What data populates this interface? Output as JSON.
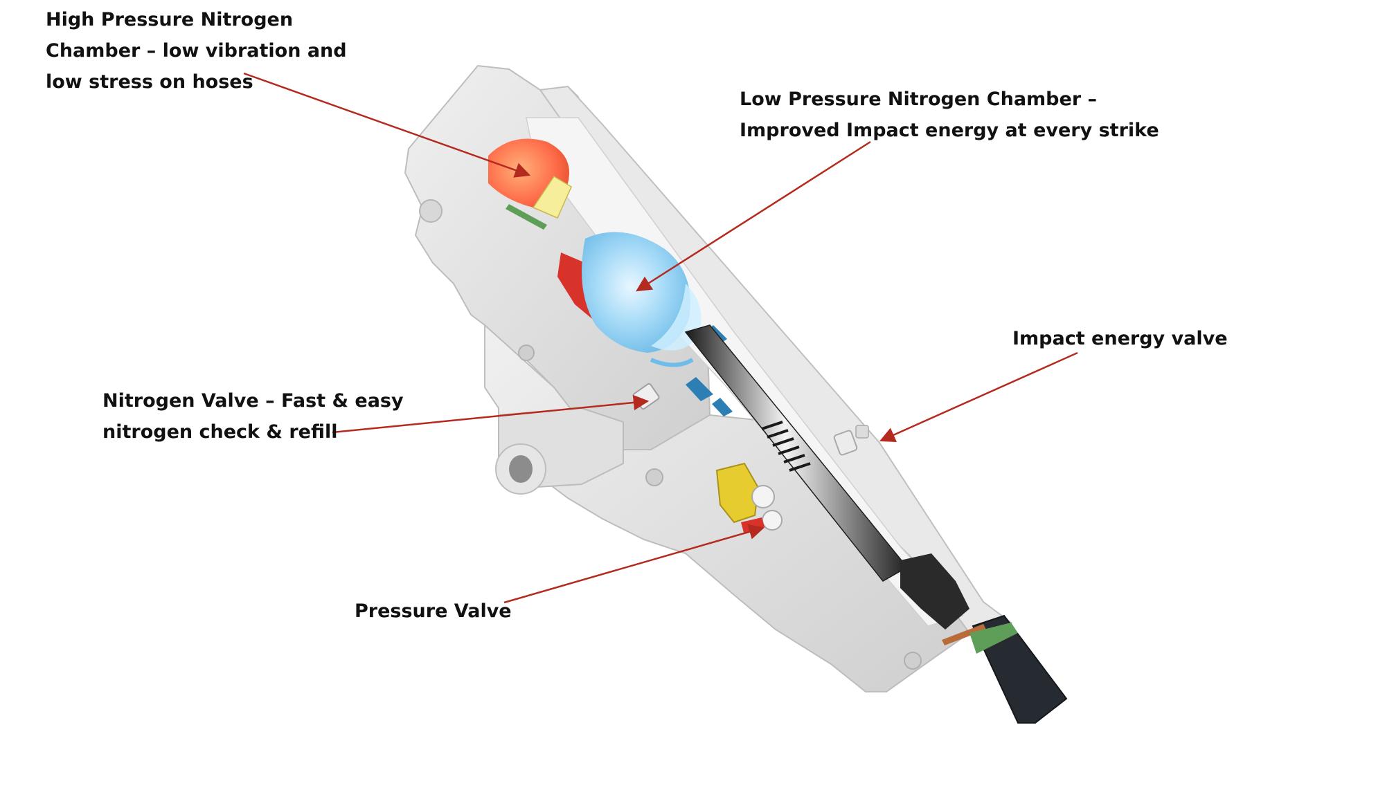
{
  "labels": {
    "high_pressure": [
      "High Pressure Nitrogen",
      "Chamber – low vibration and",
      "low stress on hoses"
    ],
    "low_pressure": [
      "Low Pressure Nitrogen Chamber –",
      "Improved Impact energy at every strike"
    ],
    "impact_valve": [
      "Impact energy valve"
    ],
    "nitrogen_valve": [
      "Nitrogen Valve – Fast & easy",
      "nitrogen check & refill"
    ],
    "pressure_valve": [
      "Pressure Valve"
    ]
  },
  "colors": {
    "arrow": "#b52a1e",
    "text": "#111111",
    "body": "#e4e4e4",
    "body_shadow": "#c4c4c4",
    "high_pressure_chamber": "#ff7a52",
    "low_pressure_chamber": "#9fd8f8",
    "piston": "#2a2a2a",
    "seal": "#5e9e58",
    "accent_valve": "#e6cc2e"
  }
}
